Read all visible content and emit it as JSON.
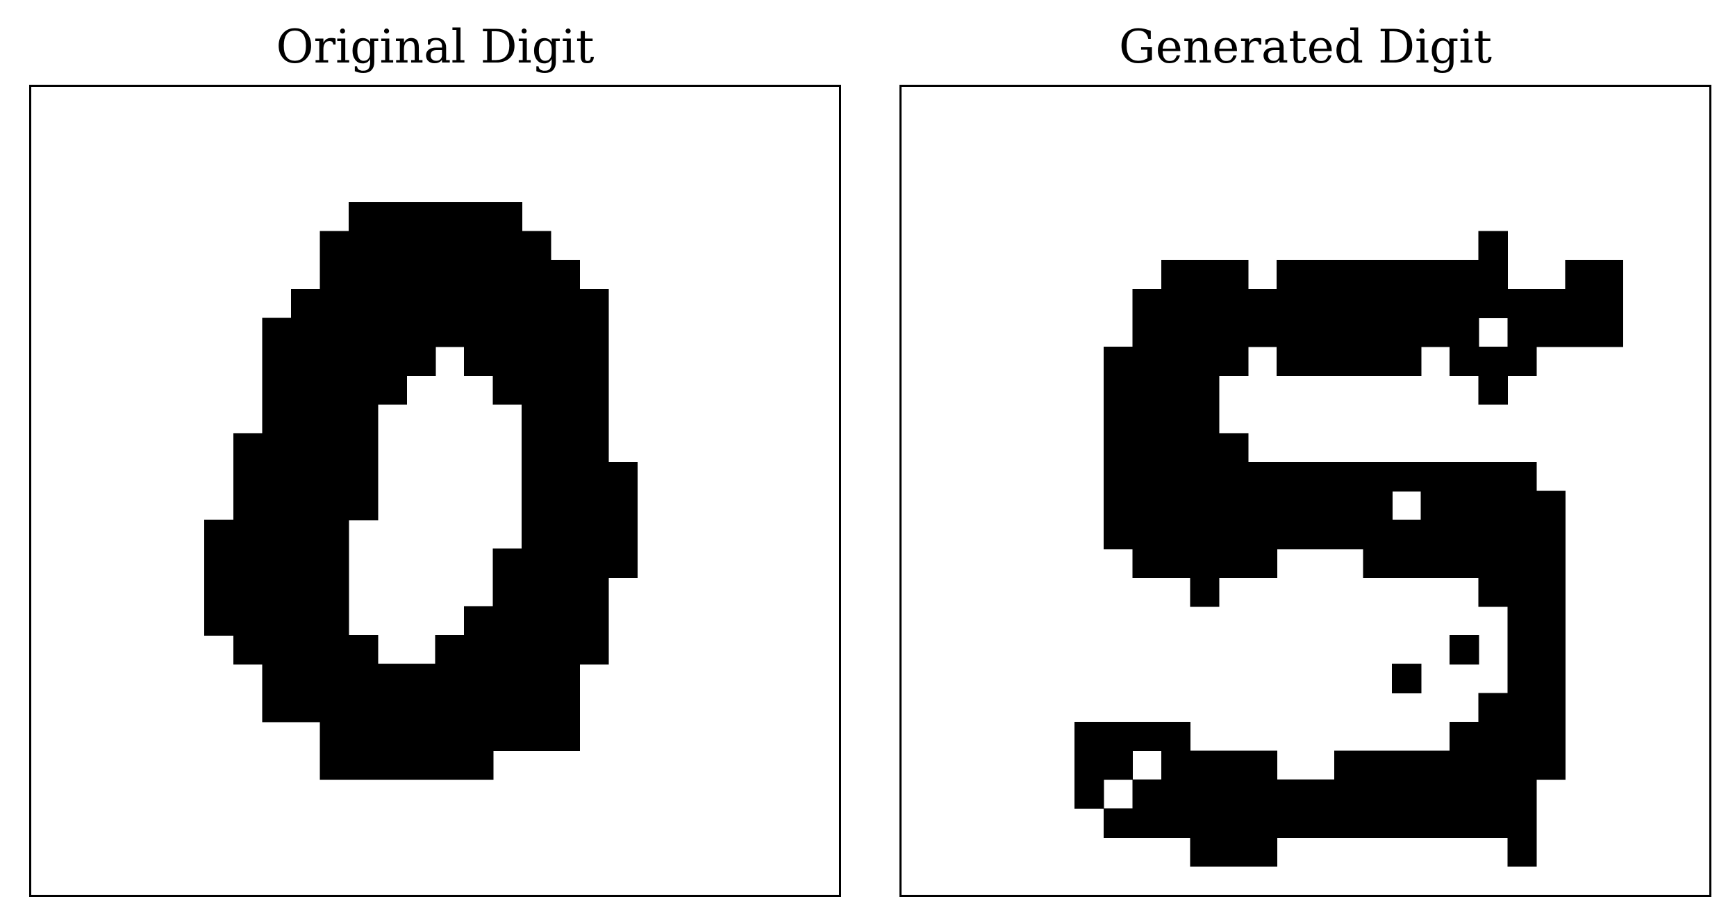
{
  "panels": [
    {
      "title": "Original Digit",
      "grid_size": 28,
      "colors": {
        "on": "#000000",
        "off": "#ffffff"
      },
      "pixels": [
        "0000000000000000000000000000",
        "0000000000000000000000000000",
        "0000000000000000000000000000",
        "0000000000000000000000000000",
        "00000000000111111000000000000",
        "0000000000111111110000000000",
        "0000000000111111111000000000",
        "0000000001111111111100000000",
        "0000000011111111111100000000",
        "0000000011111101111100000000",
        "0000000011111000111100000000",
        "0000000011110000011100000000",
        "0000000111110000011100000000",
        "0000000111110000011110000000",
        "0000000111110000011110000000",
        "0000001111100000011110000000",
        "0000001111100000111110000000",
        "0000001111100000111100000000",
        "0000001111100001111100000000",
        "0000000111110011111100000000",
        "0000000011111111111000000000",
        "0000000011111111111000000000",
        "0000000000111111111000000000",
        "0000000000111111000000000000",
        "0000000000000000000000000000",
        "0000000000000000000000000000",
        "0000000000000000000000000000",
        "0000000000000000000000000000"
      ]
    },
    {
      "title": "Generated Digit",
      "grid_size": 28,
      "colors": {
        "on": "#000000",
        "off": "#ffffff"
      },
      "pixels": [
        "0000000000000000000000000000",
        "0000000000000000000000000000",
        "0000000000000000000000000000",
        "0000000000000000000000000000",
        "0000000000000000000000000000",
        "0000000000000000000010000000",
        "0000000001110111111110011000",
        "0000000011111111111111111000",
        "0000000011111111111101111000",
        "0000000111110111110111000000",
        "0000000111100000000010000000",
        "0000000111100000000000000000",
        "0000000111110000000000000000",
        "0000000111111111111111000000",
        "0000000111111111101111100000",
        "0000000111111111111111100000",
        "0000000011111000111111100000",
        "0000000000100000000011100000",
        "0000000000000000000001100000",
        "0000000000000000000101100000",
        "0000000000000000010001100000",
        "0000000000000000000011100000",
        "0000001111000000000111100000",
        "0000001101111001111111100000",
        "0000001011111111111111000000",
        "0000000111111111111111000000",
        "0000000000111000000001000000",
        "0000000000000000000000000000"
      ]
    }
  ]
}
